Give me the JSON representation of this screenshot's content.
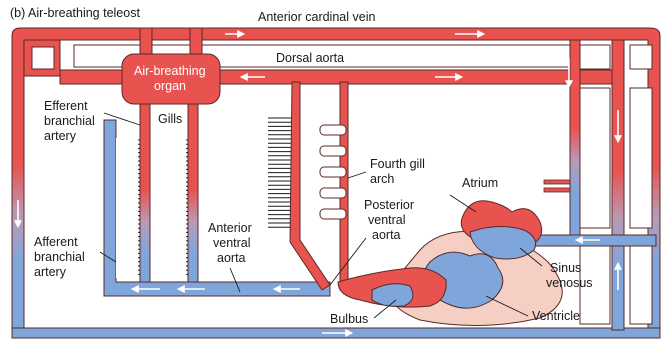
{
  "title": "(b) Air-breathing teleost",
  "labels": {
    "anterior_cardinal_vein": "Anterior cardinal vein",
    "dorsal_aorta": "Dorsal aorta",
    "air_breathing_organ_1": "Air-breathing",
    "air_breathing_organ_2": "organ",
    "efferent_1": "Efferent",
    "efferent_2": "branchial",
    "efferent_3": "artery",
    "gills": "Gills",
    "fourth_gill_1": "Fourth gill",
    "fourth_gill_2": "arch",
    "atrium": "Atrium",
    "posterior_1": "Posterior",
    "posterior_2": "ventral",
    "posterior_3": "aorta",
    "anterior_ventral_1": "Anterior",
    "anterior_ventral_2": "ventral",
    "anterior_ventral_3": "aorta",
    "afferent_1": "Afferent",
    "afferent_2": "branchial",
    "afferent_3": "artery",
    "sinus_1": "Sinus",
    "sinus_2": "venosus",
    "bulbus": "Bulbus",
    "ventricle": "Ventricle"
  },
  "colors": {
    "oxygenated": "#e8524f",
    "deoxygenated": "#7fa6da",
    "vessel_outline": "#5a2a2a",
    "pericardium": "#f6cfc4"
  }
}
